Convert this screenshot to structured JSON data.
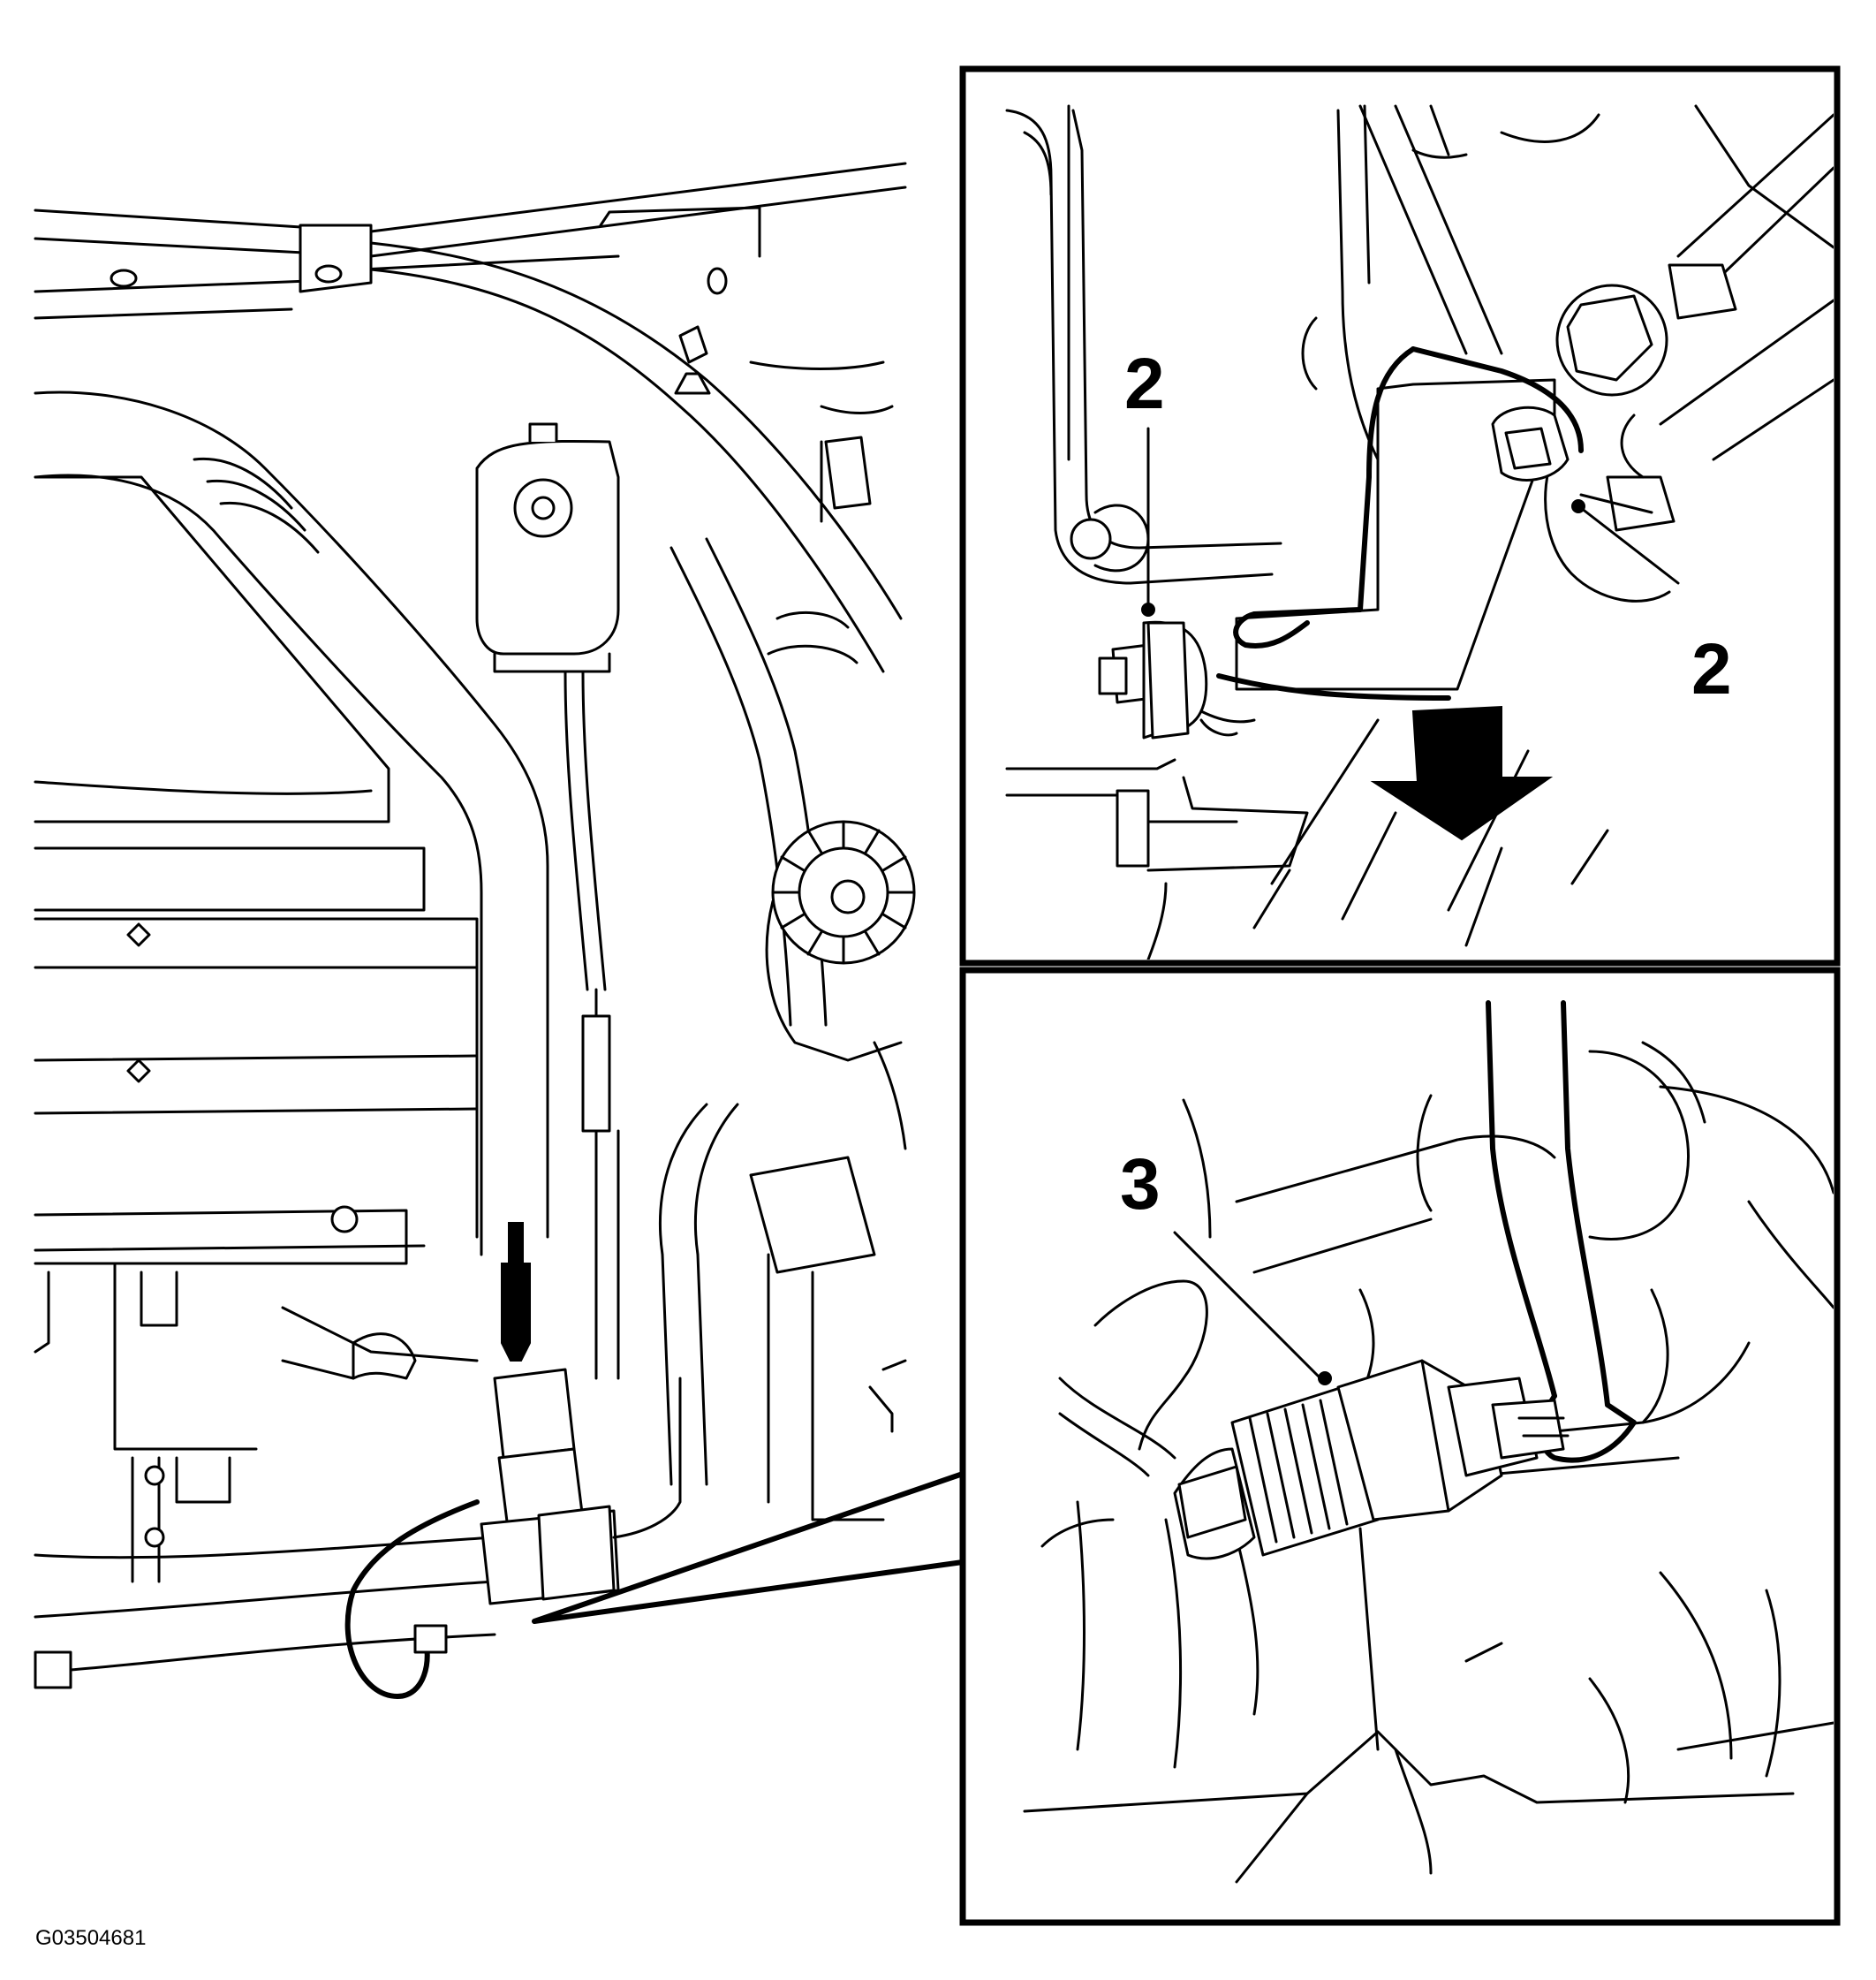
{
  "figure_id": "G03504681",
  "callouts": {
    "top_left": "2",
    "top_right": "2",
    "bottom": "3"
  }
}
